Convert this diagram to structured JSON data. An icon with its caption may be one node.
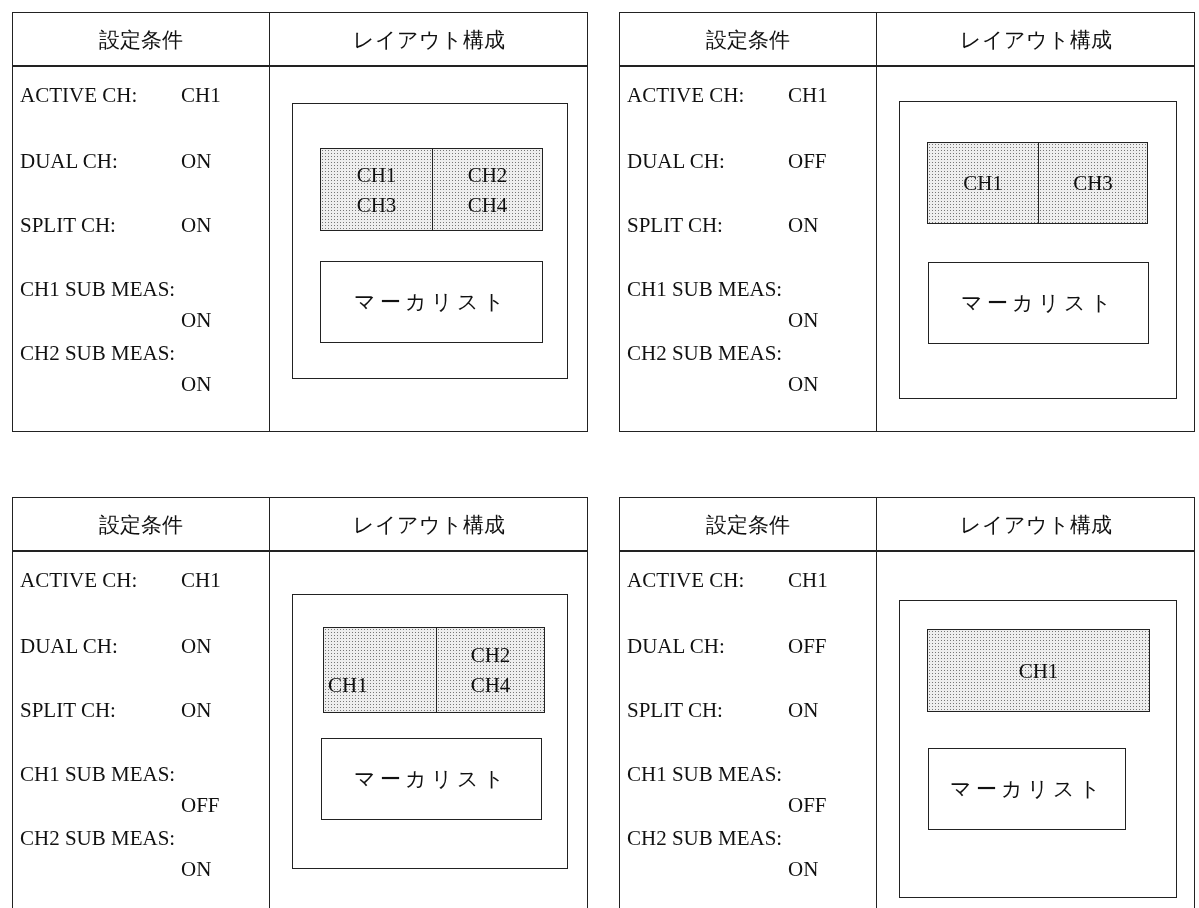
{
  "diagram": {
    "nodes": [
      {
        "text": [],
        "shape": "box"
      },
      {
        "text": [
          "CH1 CH3"
        ],
        "in": 0
      },
      {
        "text": [
          "CH2 CH4"
        ],
        "in": 0
      },
      {
        "text": [
          "マーカリスト"
        ],
        "in": 0
      },
      {
        "text": [],
        "shape": "box"
      },
      {
        "text": [
          "CH1"
        ],
        "in": 4
      },
      {
        "text": [
          "CH3"
        ],
        "in": 4
      },
      {
        "text": [
          "マーカリスト"
        ],
        "in": 4
      },
      {
        "text": [],
        "shape": "box"
      },
      {
        "text": [
          "CH1"
        ],
        "in": 8
      },
      {
        "text": [
          "CH2 CH4"
        ],
        "in": 8
      },
      {
        "text": [
          "マーカリスト"
        ],
        "in": 8
      },
      {
        "text": [],
        "shape": "box"
      },
      {
        "text": [
          "CH1"
        ],
        "in": 12
      },
      {
        "text": [
          "マーカリスト"
        ],
        "in": 12
      }
    ],
    "labels": [
      "設定条件",
      "レイアウト構成",
      "ACTIVE CH:",
      "CH1",
      "DUAL CH:",
      "ON",
      "SPLIT CH:",
      "ON",
      "CH1 SUB MEAS:",
      "ON",
      "CH2 SUB MEAS:",
      "ON",
      "設定条件",
      "レイアウト構成",
      "ACTIVE CH:",
      "CH1",
      "DUAL CH:",
      "OFF",
      "SPLIT CH:",
      "ON",
      "CH1 SUB MEAS:",
      "ON",
      "CH2 SUB MEAS:",
      "ON",
      "設定条件",
      "レイアウト構成",
      "ACTIVE CH:",
      "CH1",
      "DUAL CH:",
      "ON",
      "SPLIT CH:",
      "ON",
      "CH1 SUB MEAS:",
      "OFF",
      "CH2 SUB MEAS:",
      "ON",
      "設定条件",
      "レイアウト構成",
      "ACTIVE CH:",
      "CH1",
      "DUAL CH:",
      "OFF",
      "SPLIT CH:",
      "ON",
      "CH1 SUB MEAS:",
      "OFF",
      "CH2 SUB MEAS:",
      "ON"
    ]
  }
}
